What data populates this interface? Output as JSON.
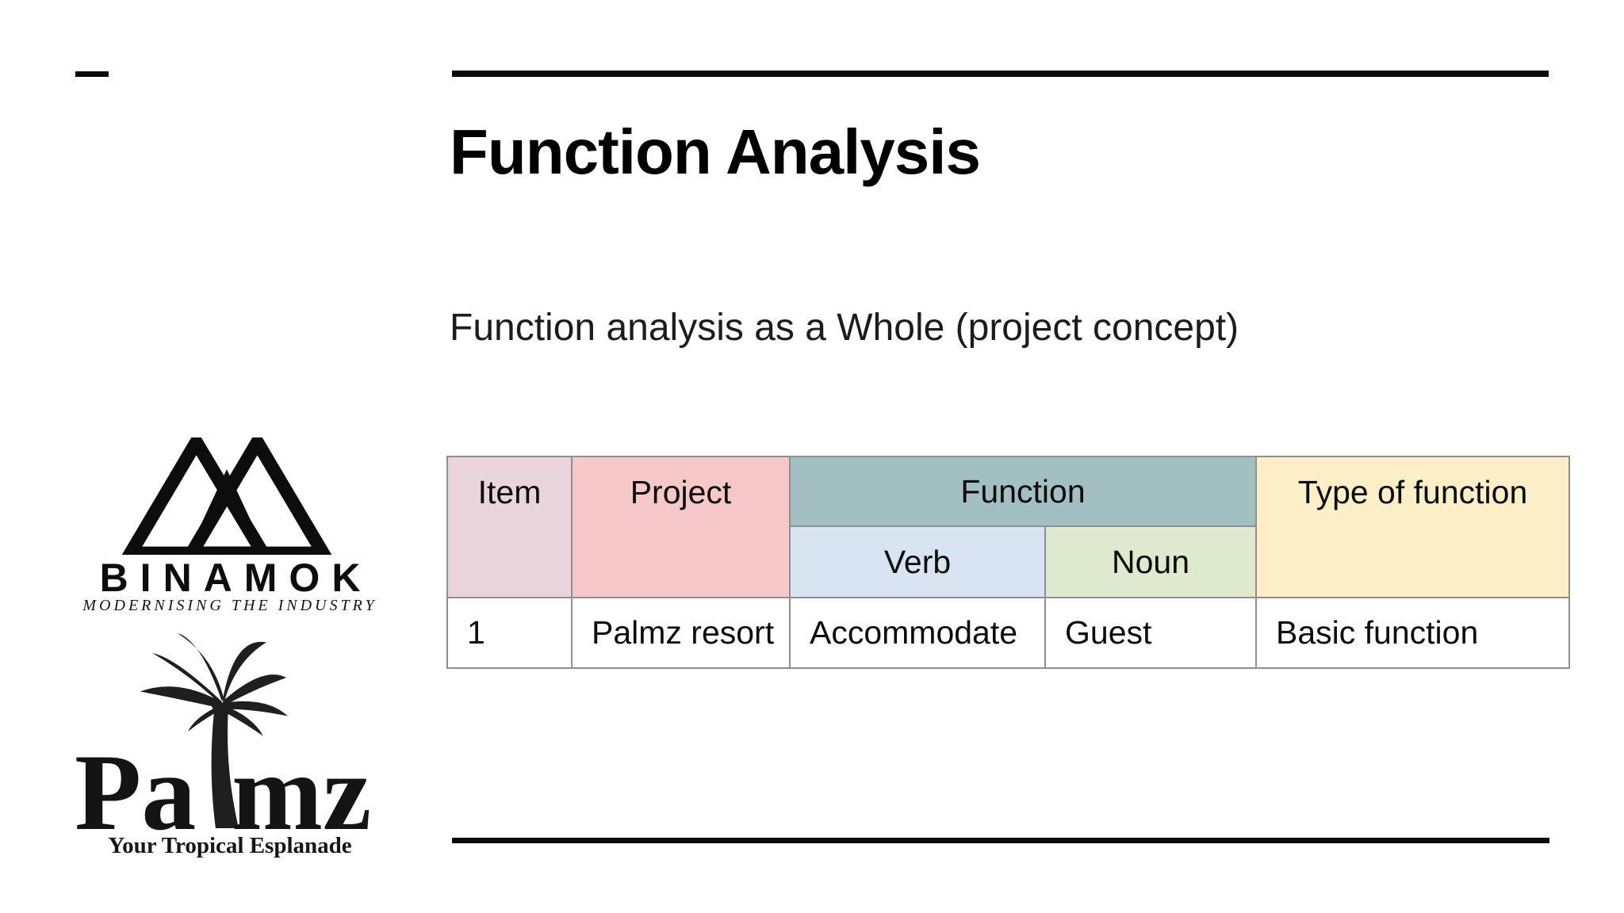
{
  "slide": {
    "title": "Function Analysis",
    "subtitle": "Function analysis as a Whole (project concept)"
  },
  "table": {
    "headers": {
      "item": "Item",
      "project": "Project",
      "function": "Function",
      "verb": "Verb",
      "noun": "Noun",
      "type_of_function": "Type of function"
    },
    "rows": [
      {
        "item": "1",
        "project": "Palmz resort",
        "verb": "Accommodate",
        "noun": "Guest",
        "type_of_function": "Basic function"
      }
    ],
    "colors": {
      "item_bg": "#e9d4dc",
      "project_bg": "#f6c8c9",
      "function_bg": "#a2bfc1",
      "verb_bg": "#d8e4f2",
      "noun_bg": "#dfe9ce",
      "type_bg": "#fceec7",
      "border": "#8f8f8f"
    }
  },
  "logos": {
    "binamok": {
      "name": "BINAMOK",
      "tagline": "MODERNISING THE INDUSTRY"
    },
    "palmz": {
      "word_prefix": "Pa",
      "word_suffix": "mz",
      "tagline": "Your Tropical Esplanade"
    }
  },
  "colors": {
    "accent_rule": "#0a0a0a",
    "background": "#ffffff"
  }
}
